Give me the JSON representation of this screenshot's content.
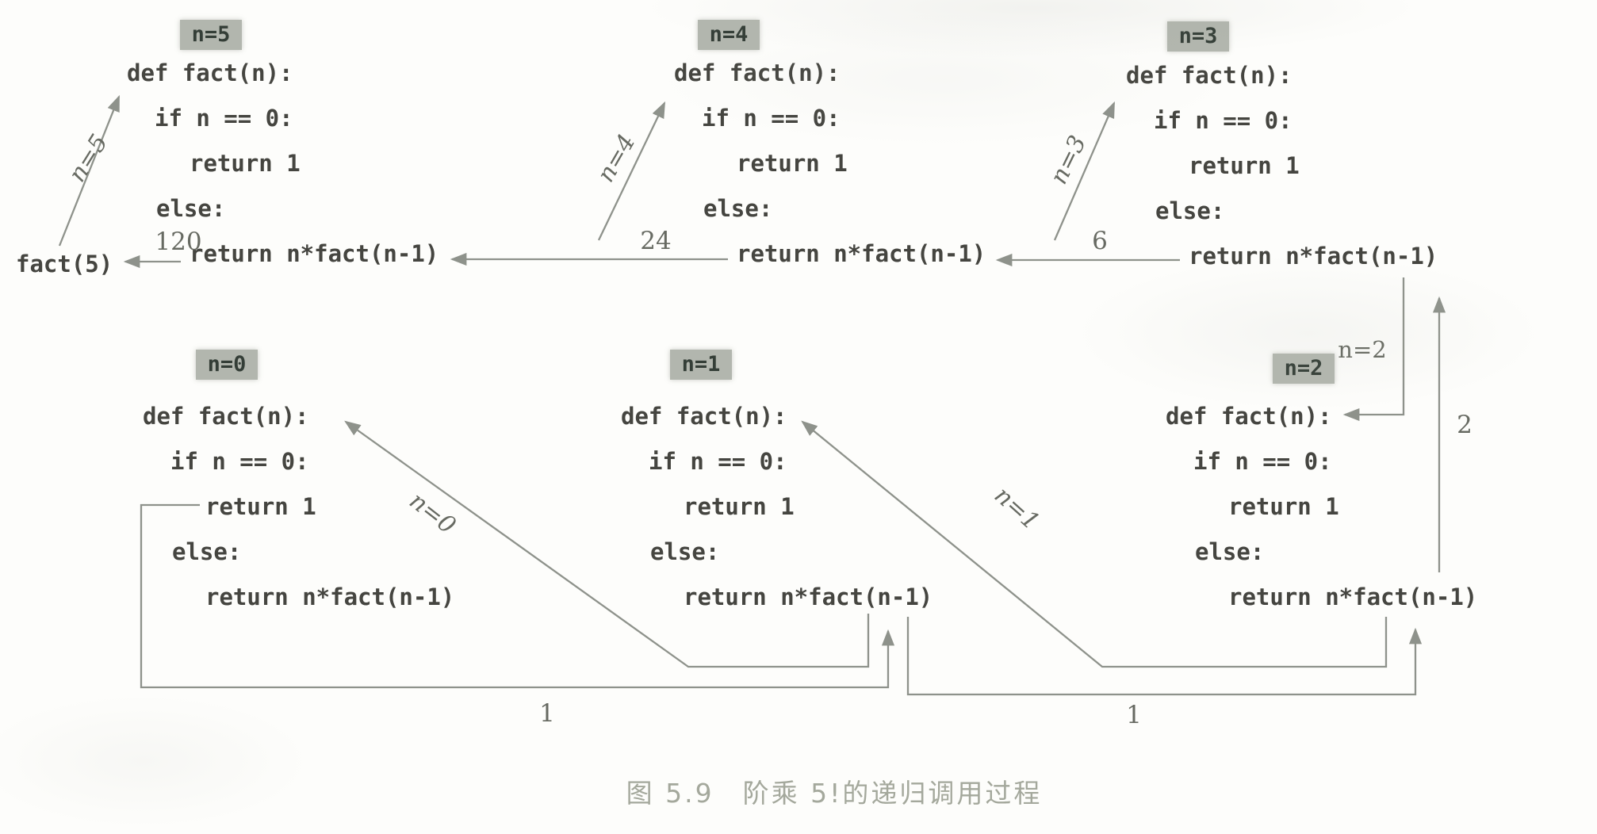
{
  "figure": {
    "caption": "图 5.9　阶乘 5!的递归调用过程"
  },
  "code": {
    "lines": [
      "def fact(n):",
      "if n == 0:",
      "return 1",
      "else:",
      "return n*fact(n-1)"
    ]
  },
  "caller": {
    "text": "fact(5)"
  },
  "frames": [
    {
      "label": "n=5"
    },
    {
      "label": "n=4"
    },
    {
      "label": "n=3"
    },
    {
      "label": "n=0"
    },
    {
      "label": "n=1"
    },
    {
      "label": "n=2"
    }
  ],
  "edges": {
    "call_n5": "n=5",
    "call_n4": "n=4",
    "call_n3": "n=3",
    "call_n2": "n=2",
    "call_n1": "n=1",
    "call_n0": "n=0",
    "ret_120": "120",
    "ret_24": "24",
    "ret_6": "6",
    "ret_2": "2",
    "ret_1_left": "1",
    "ret_1_right": "1"
  },
  "colors": {
    "code_text": "#454540",
    "badge_bg": "#b2b6ae",
    "arrow": "#8e928b",
    "value_text": "#676a62",
    "caption_text": "#a4a89c",
    "background": "#fdfdfb"
  }
}
